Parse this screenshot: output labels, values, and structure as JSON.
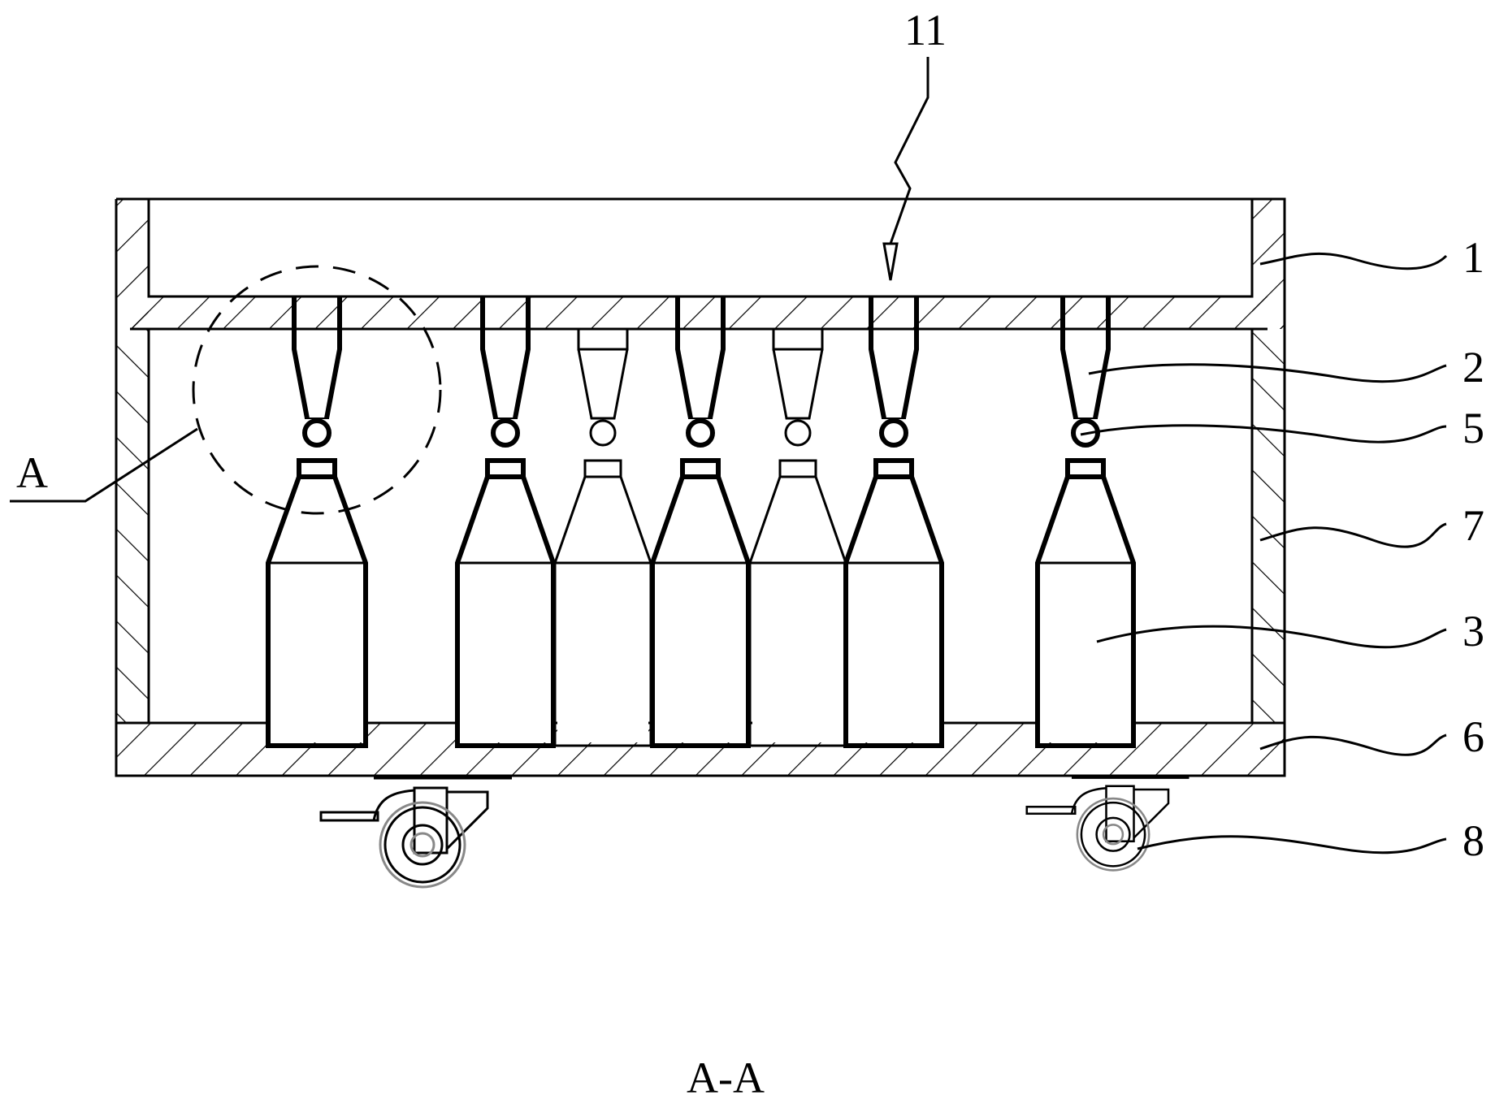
{
  "view_title": "A-A",
  "detail_marker": "A",
  "labels": {
    "flow_arrow": "11",
    "top_frame": "1",
    "nozzle": "2",
    "bottle": "3",
    "ball": "5",
    "bottom_plate": "6",
    "side_wall": "7",
    "caster": "8"
  },
  "components": {
    "bottle_count": 7,
    "nozzle_count": 7,
    "caster_count": 2
  }
}
